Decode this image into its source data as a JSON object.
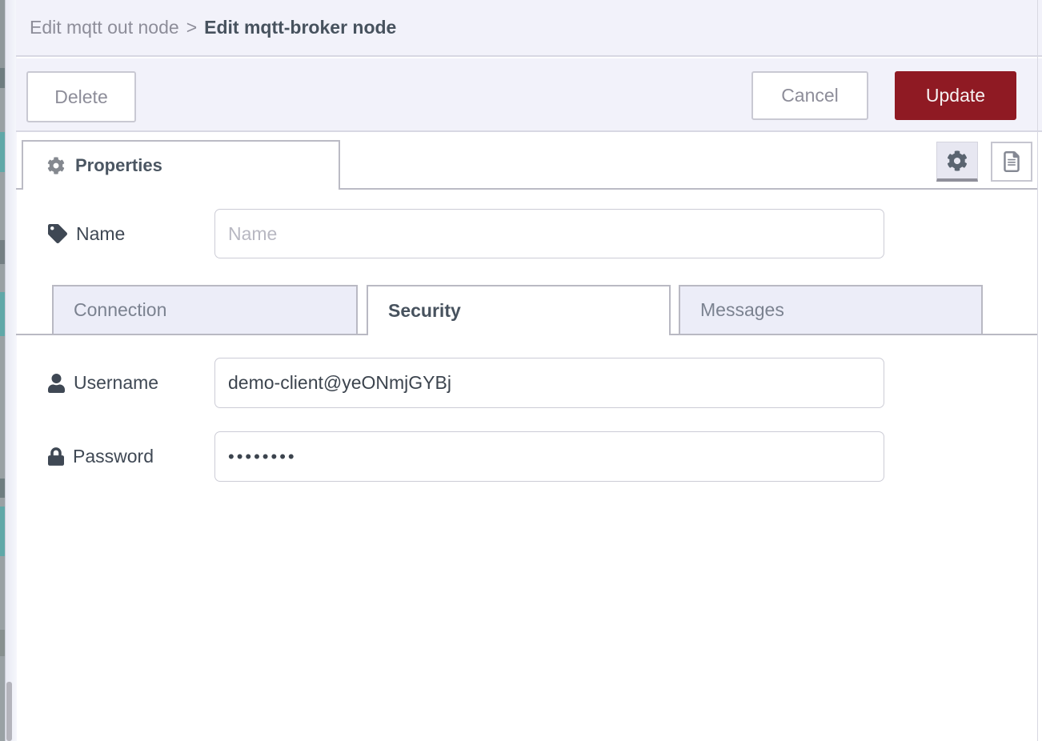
{
  "dialog": {
    "breadcrumb": {
      "parent": "Edit mqtt out node",
      "separator": ">",
      "current": "Edit mqtt-broker node"
    },
    "actions": {
      "delete": "Delete",
      "cancel": "Cancel",
      "update": "Update"
    },
    "editor_tab": {
      "label": "Properties",
      "icon": "cog-icon"
    },
    "header_buttons": [
      {
        "name": "node-settings-button",
        "icon": "cog-icon",
        "selected": true
      },
      {
        "name": "node-description-button",
        "icon": "file-lines-icon",
        "selected": false
      }
    ]
  },
  "form": {
    "name_field": {
      "label": "Name",
      "icon": "tag-icon",
      "value": "",
      "placeholder": "Name"
    },
    "section_tabs": [
      {
        "label": "Connection",
        "active": false
      },
      {
        "label": "Security",
        "active": true
      },
      {
        "label": "Messages",
        "active": false
      }
    ],
    "username_field": {
      "label": "Username",
      "icon": "user-icon",
      "value": "demo-client@yeONmjGYBj"
    },
    "password_field": {
      "label": "Password",
      "icon": "lock-icon",
      "value_masked": "••••••••"
    }
  },
  "colors": {
    "accent_red": "#8f1a23",
    "header_bg": "#f2f2fa",
    "inactive_tab_bg": "#ecedf8",
    "border": "#bbbbc5",
    "text_dark": "#47525e",
    "text_muted": "#8d8d99"
  }
}
